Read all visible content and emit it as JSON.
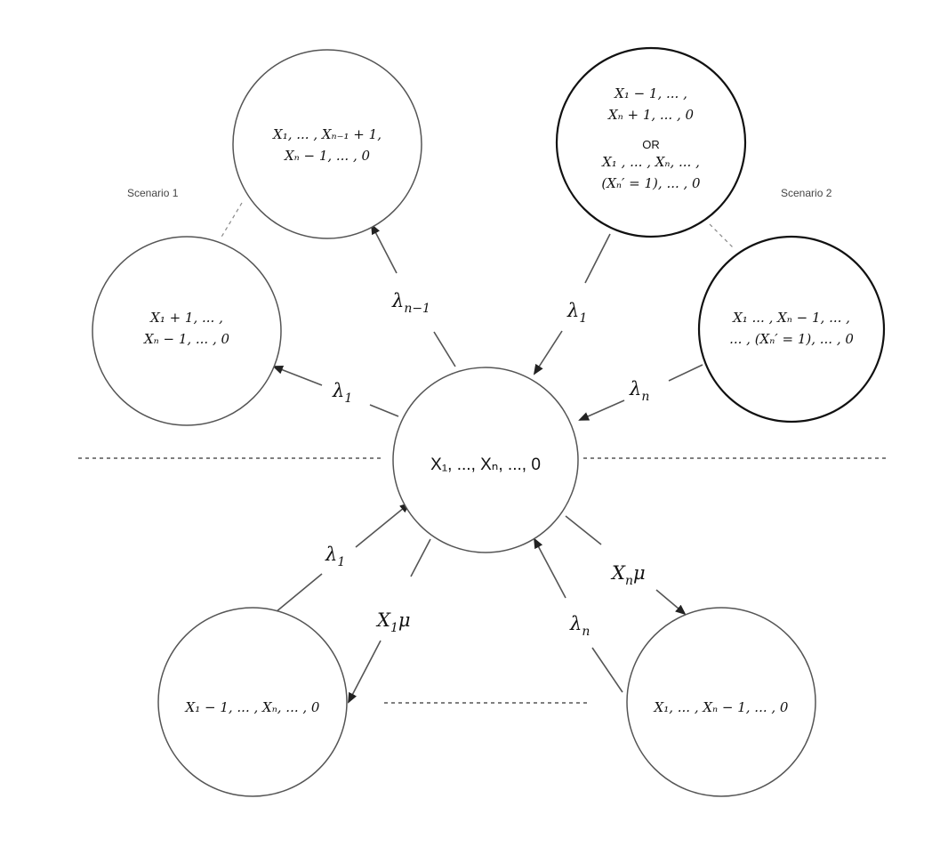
{
  "scenarios": {
    "scenario1": "Scenario 1",
    "scenario2": "Scenario 2"
  },
  "nodes": {
    "center": "X₁, ..., Xₙ, ..., 0",
    "top_left_1": "X₁ + 1, ... ,",
    "top_left_2": "Xₙ − 1, ... , 0",
    "top_mid_1": "X₁, ... , Xₙ₋₁ + 1,",
    "top_mid_2": "Xₙ − 1, ... , 0",
    "top_right_1": "X₁ − 1, ... ,",
    "top_right_2": "Xₙ + 1, ... , 0",
    "top_right_or": "OR",
    "top_right_3": "X₁ , ... , Xₙ, ... ,",
    "top_right_4": "(Xₙ′ = 1), ... , 0",
    "right_1": "X₁  ... , Xₙ − 1, ... ,",
    "right_2": "... , (Xₙ′ = 1), ... , 0",
    "bottom_left": "X₁ − 1, ... , Xₙ, ... , 0",
    "bottom_right": "X₁, ... , Xₙ − 1, ... , 0"
  },
  "rates": {
    "to_top_mid": {
      "base": "λ",
      "sub": "n−1"
    },
    "to_top_left": {
      "base": "λ",
      "sub": "1"
    },
    "from_top_right": {
      "base": "λ",
      "sub": "1"
    },
    "from_right": {
      "base": "λ",
      "sub": "n"
    },
    "from_bottom_left": {
      "base": "λ",
      "sub": "1"
    },
    "to_bottom_left": {
      "base": "X",
      "sub": "1",
      "tail": "μ"
    },
    "from_bottom_right": {
      "base": "λ",
      "sub": "n"
    },
    "to_bottom_right": {
      "base": "X",
      "sub": "n",
      "tail": "μ"
    }
  }
}
